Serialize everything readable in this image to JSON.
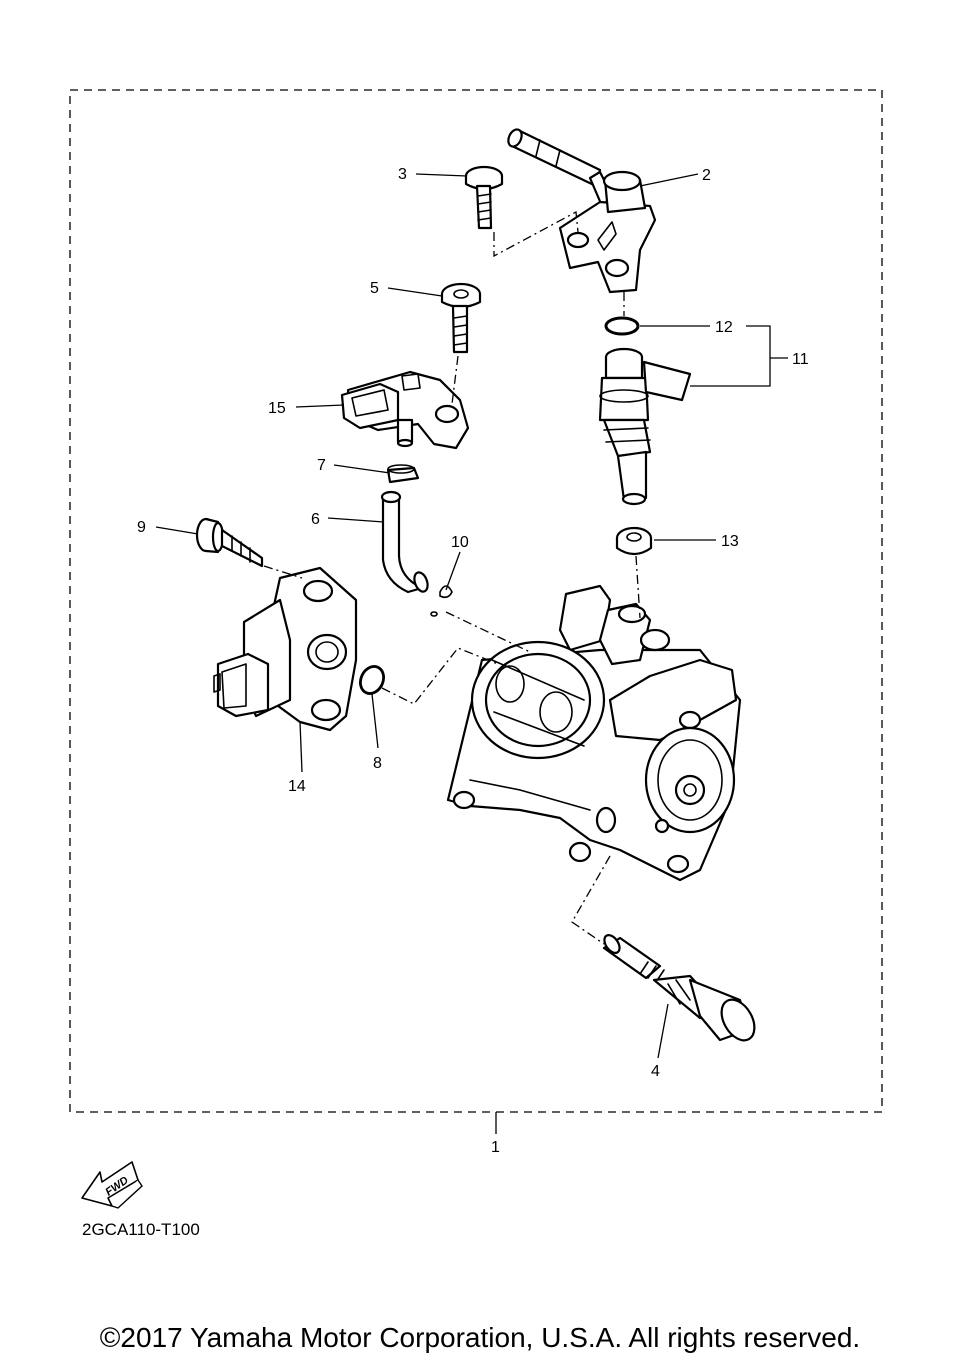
{
  "diagram": {
    "part_numbers": [
      "1",
      "2",
      "3",
      "4",
      "5",
      "6",
      "7",
      "8",
      "9",
      "10",
      "11",
      "12",
      "13",
      "14",
      "15"
    ],
    "direction_label": "FWD",
    "diagram_code": "2GCA110-T100",
    "copyright": "©2017 Yamaha Motor Corporation, U.S.A. All rights reserved."
  }
}
